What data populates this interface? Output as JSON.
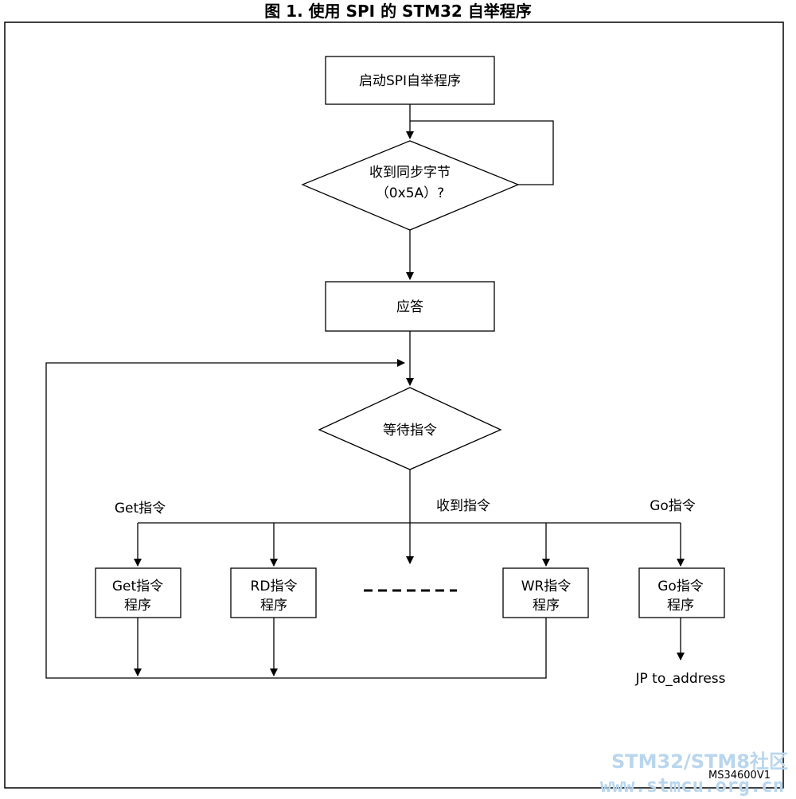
{
  "title": "图 1. 使用 SPI 的 STM32 自举程序",
  "nodes": {
    "start": "启动SPI自举程序",
    "sync_q_line1": "收到同步字节",
    "sync_q_line2": "（0x5A）?",
    "ack": "应答",
    "wait": "等待指令",
    "get_line1": "Get指令",
    "get_line2": "程序",
    "rd_line1": "RD指令",
    "rd_line2": "程序",
    "wr_line1": "WR指令",
    "wr_line2": "程序",
    "go_line1": "Go指令",
    "go_line2": "程序"
  },
  "labels": {
    "get_cmd": "Get指令",
    "recv_cmd": "收到指令",
    "go_cmd": "Go指令",
    "jump": "JP to_address",
    "doc_id": "MS34600V1"
  },
  "watermark": {
    "line1": "STM32/STM8社区",
    "line2": "www.stmcu.org.cn"
  }
}
